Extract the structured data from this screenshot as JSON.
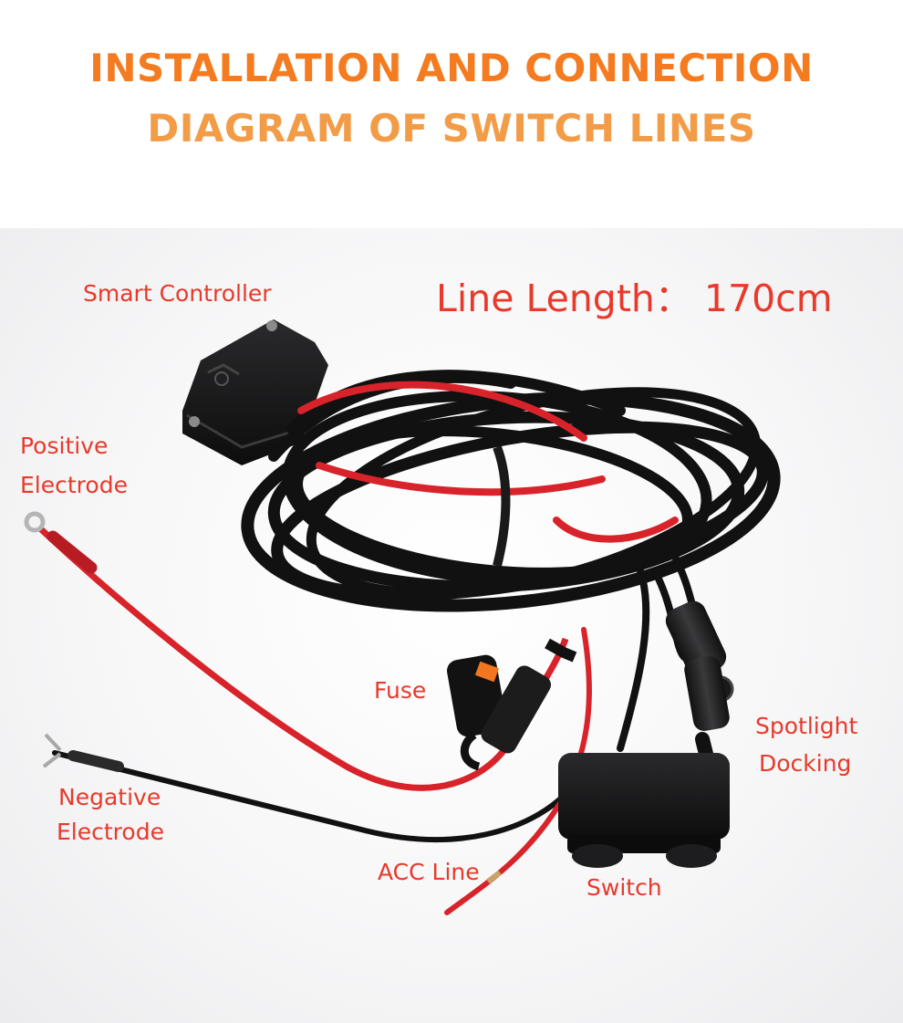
{
  "title": {
    "line1": "INSTALLATION AND CONNECTION",
    "line2": "DIAGRAM OF SWITCH LINES"
  },
  "labels": {
    "smart_controller": "Smart Controller",
    "line_length": "Line Length：  170cm",
    "positive_1": "Positive",
    "positive_2": "Electrode",
    "fuse": "Fuse",
    "spotlight_1": "Spotlight",
    "spotlight_2": "Docking",
    "negative_1": "Negative",
    "negative_2": "Electrode",
    "acc_line": "ACC Line",
    "switch": "Switch"
  },
  "colors": {
    "title_primary": "#f47b20",
    "title_secondary": "#f39c48",
    "label": "#e8392b",
    "wire_red": "#d8232a",
    "wire_black": "#111111"
  }
}
